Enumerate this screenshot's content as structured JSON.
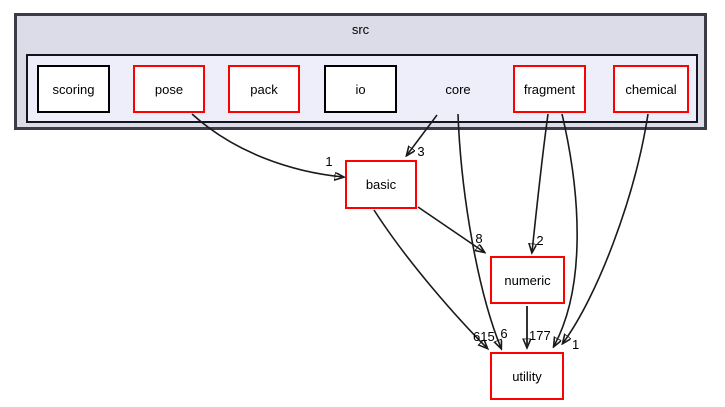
{
  "diagram": {
    "type": "directory-dependency-graph",
    "cluster_label": "src",
    "nodes": [
      {
        "id": "scoring",
        "label": "scoring",
        "border_color": "#000000"
      },
      {
        "id": "pose",
        "label": "pose",
        "border_color": "#ff0000"
      },
      {
        "id": "pack",
        "label": "pack",
        "border_color": "#ff0000"
      },
      {
        "id": "io",
        "label": "io",
        "border_color": "#000000"
      },
      {
        "id": "core",
        "label": "core",
        "border_color": "none"
      },
      {
        "id": "fragment",
        "label": "fragment",
        "border_color": "#ff0000"
      },
      {
        "id": "chemical",
        "label": "chemical",
        "border_color": "#ff0000"
      },
      {
        "id": "basic",
        "label": "basic",
        "border_color": "#ff0000"
      },
      {
        "id": "numeric",
        "label": "numeric",
        "border_color": "#ff0000"
      },
      {
        "id": "utility",
        "label": "utility",
        "border_color": "#ff0000"
      }
    ],
    "edges": [
      {
        "from": "pose",
        "to": "basic",
        "label": "1"
      },
      {
        "from": "core",
        "to": "basic",
        "label": "3"
      },
      {
        "from": "core",
        "to": "utility",
        "label": "6"
      },
      {
        "from": "basic",
        "to": "numeric",
        "label": "8"
      },
      {
        "from": "basic",
        "to": "utility",
        "label": "615"
      },
      {
        "from": "fragment",
        "to": "numeric",
        "label": "2"
      },
      {
        "from": "fragment",
        "to": "utility",
        "label": ""
      },
      {
        "from": "chemical",
        "to": "utility",
        "label": "1"
      },
      {
        "from": "numeric",
        "to": "utility",
        "label": "177"
      }
    ],
    "colors": {
      "outer_cluster_fill": "#dcdce8",
      "outer_cluster_border": "#3c3c46",
      "inner_cluster_fill": "#eeeefa",
      "inner_cluster_border": "#14141c",
      "node_fill": "#ffffff",
      "node_border_red": "#ff0000",
      "node_border_black": "#000000",
      "edge_color": "#1a1a1a",
      "text_color": "#000000"
    }
  }
}
